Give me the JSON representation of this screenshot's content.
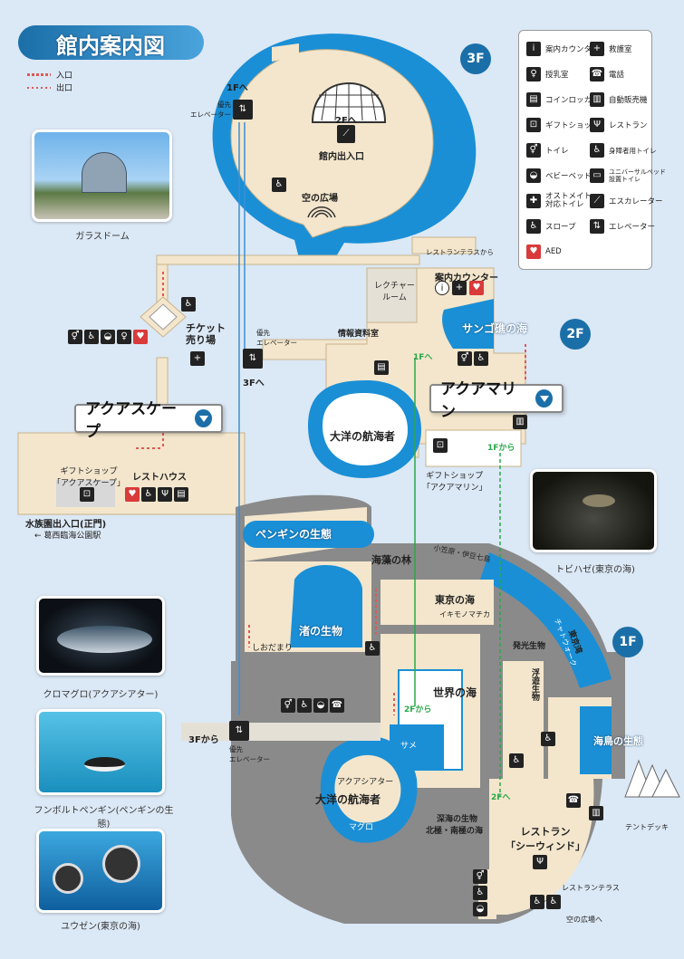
{
  "title": "館内案内図",
  "route_legend": {
    "entrance": "入口",
    "exit": "出口"
  },
  "floors": {
    "f3": "3F",
    "f2": "2F",
    "f1": "1F"
  },
  "photos": [
    {
      "caption": "ガラスドーム",
      "icon": "glass-dome-photo"
    },
    {
      "caption": "クロマグロ(アクアシアター)",
      "icon": "tuna-photo"
    },
    {
      "caption": "フンボルトペンギン(ペンギンの生態)",
      "icon": "penguin-photo"
    },
    {
      "caption": "ユウゼン(東京の海)",
      "icon": "butterflyfish-photo"
    },
    {
      "caption": "トビハゼ(東京の海)",
      "icon": "mudskipper-photo"
    }
  ],
  "legend": [
    {
      "label": "案内カウンター",
      "icon": "info-icon",
      "glyph": "i"
    },
    {
      "label": "救護室",
      "icon": "first-aid-icon",
      "glyph": "+"
    },
    {
      "label": "授乳室",
      "icon": "nursing-room-icon",
      "glyph": "♀"
    },
    {
      "label": "電話",
      "icon": "phone-icon",
      "glyph": "☎"
    },
    {
      "label": "コインロッカー",
      "icon": "coin-locker-icon",
      "glyph": "▤"
    },
    {
      "label": "自動販売機",
      "icon": "vending-machine-icon",
      "glyph": "▥"
    },
    {
      "label": "ギフトショップ",
      "icon": "gift-shop-icon",
      "glyph": "⊡"
    },
    {
      "label": "レストラン",
      "icon": "restaurant-icon",
      "glyph": "Ψ"
    },
    {
      "label": "トイレ",
      "icon": "toilet-icon",
      "glyph": "⚥"
    },
    {
      "label": "身障者用トイレ",
      "icon": "accessible-toilet-icon",
      "glyph": "♿"
    },
    {
      "label": "ベビーベッド",
      "icon": "baby-bed-icon",
      "glyph": "◒"
    },
    {
      "label": "ユニバーサルベッド\n設置トイレ",
      "icon": "universal-bed-icon",
      "glyph": "▭"
    },
    {
      "label": "オストメイト\n対応トイレ",
      "icon": "ostomate-icon",
      "glyph": "✚"
    },
    {
      "label": "エスカレーター",
      "icon": "escalator-icon",
      "glyph": "⟋"
    },
    {
      "label": "スロープ",
      "icon": "slope-icon",
      "glyph": "♿"
    },
    {
      "label": "エレベーター",
      "icon": "elevator-icon",
      "glyph": "⇅"
    },
    {
      "label": "AED",
      "icon": "aed-icon",
      "glyph": "♥"
    }
  ],
  "labels_3f": {
    "to_1f": "1Fへ",
    "priority_elevator": "優先\nエレベーター",
    "to_2f": "2Fへ",
    "exit": "館内出入口",
    "sky_plaza": "空の広場",
    "restaurant_terrace_from": "レストランテラスから"
  },
  "labels_2f": {
    "info_counter": "案内カウンター",
    "lecture_room": "レクチャー\nルーム",
    "info_room": "情報資料室",
    "coral_sea": "サンゴ礁の海",
    "to_1f": "1Fへ",
    "from_1f": "1Fから",
    "aquamarine": "アクアマリン",
    "ocean_voyagers": "大洋の航海者",
    "gift_aquamarine": "ギフトショップ\n「アクアマリン」",
    "to_3f": "3Fへ",
    "priority_elevator": "優先\nエレベーター"
  },
  "labels_entrance": {
    "ticket": "チケット\n売り場",
    "aquascape": "アクアスケープ",
    "gift_aquascape": "ギフトショップ\n「アクアスケープ」",
    "resthouse": "レストハウス",
    "gate": "水族園出入口(正門)",
    "station": "← 葛西臨海公園駅"
  },
  "labels_1f": {
    "penguin": "ペンギンの生態",
    "seaweed": "海藻の林",
    "islands": "小笠原・伊豆七島",
    "tokyo_sea": "東京の海",
    "tidal_flat": "イキモノマチカ",
    "shore": "渚の生物",
    "tide_pool": "しおだまり",
    "world_sea": "世界の海",
    "from_2f": "2Fから",
    "to_2f": "2Fへ",
    "shark": "サメ",
    "aqua_theater": "アクアシアター",
    "ocean_voyagers": "大洋の航海者",
    "tuna": "マグロ",
    "deep_sea": "深海の生物",
    "polar": "北極・南極の海",
    "seabird": "海鳥の生態",
    "glowing": "発光生物",
    "floating": "浮遊生物",
    "tokyo_bay": "東京湾",
    "kelp_walk": "チャトウォーク",
    "from_3f": "3Fから",
    "priority_elevator": "優先\nエレベーター",
    "restaurant": "レストラン\n「シーウィンド」",
    "restaurant_terrace": "レストランテラス",
    "to_sky_plaza": "空の広場へ",
    "tent_deck": "テントデッキ"
  },
  "colors": {
    "background": "#dbe8f5",
    "floor_beige": "#f3e6cc",
    "floor_gray": "#8a8a8a",
    "tank_blue": "#1a8fd6",
    "accent_blue": "#1b6fa8",
    "entrance_red": "#e05858",
    "route_green": "#2aa84a"
  }
}
